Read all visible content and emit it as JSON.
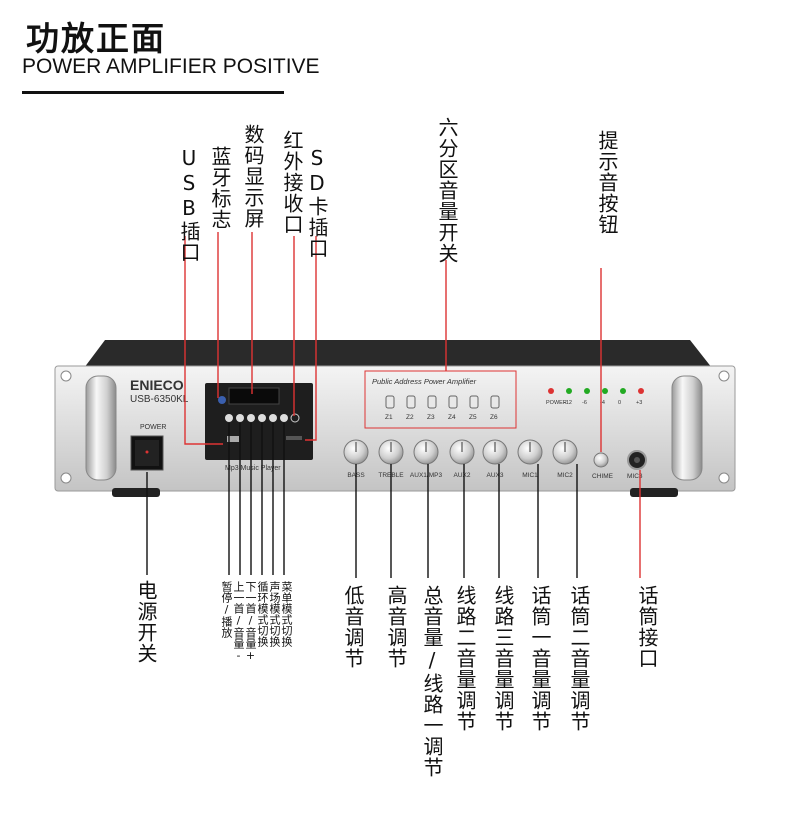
{
  "header": {
    "title_cn": "功放正面",
    "title_en": "POWER AMPLIFIER POSITIVE"
  },
  "device": {
    "brand": "ENIECO",
    "model": "USB-6350KL",
    "power_label": "POWER",
    "panel_title": "Public Address Power Amplifier",
    "player_label": "Mp3 Music Player",
    "zones": [
      "Z1",
      "Z2",
      "Z3",
      "Z4",
      "Z5",
      "Z6"
    ],
    "knobs": [
      "BASS",
      "TREBLE",
      "AUX1/MP3",
      "AUX2",
      "AUX3",
      "MIC1",
      "MIC2"
    ],
    "chime_label": "CHIME",
    "mic_jack_label": "MIC3",
    "level_labels": [
      "POWER",
      "-12",
      "-6",
      "-4",
      "0",
      "+3"
    ]
  },
  "labels_top": {
    "usb": "USB插口",
    "bluetooth": "蓝牙标志",
    "display": "数码显示屏",
    "infrared": "红外接收口",
    "sd": "SD卡插口",
    "zone_switch": "六分区音量开关",
    "chime_button": "提示音按钮"
  },
  "labels_bottom": {
    "power_switch": "电源开关",
    "pause_play": "暂停/播放",
    "prev_vol": "上一首/音量-",
    "next_vol": "下一首/音量+",
    "loop_mode": "循环模式切换",
    "sound_mode": "声场模式切换",
    "menu_mode": "菜单模式切换",
    "bass": "低音调节",
    "treble": "高音调节",
    "master_line1": "总音量/线路一调节",
    "line2": "线路二音量调节",
    "line3": "线路三音量调节",
    "mic1": "话筒一音量调节",
    "mic2": "话筒二音量调节",
    "mic_jack": "话筒接口"
  }
}
